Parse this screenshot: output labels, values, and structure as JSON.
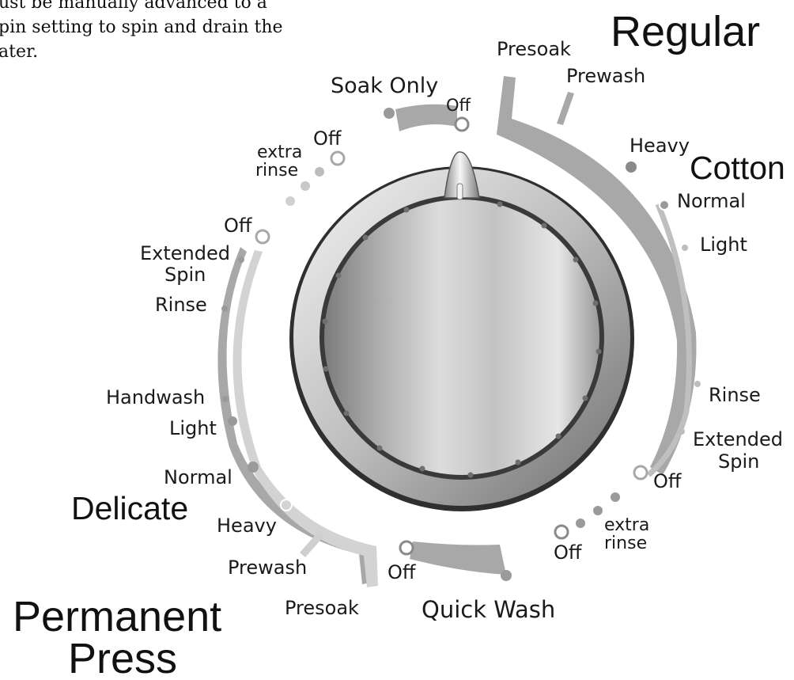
{
  "intro_text": [
    "ust be manually advanced to a",
    "pin setting to spin and drain the",
    "ater."
  ],
  "cycles": {
    "regular": "Regular",
    "cotton": "Cotton",
    "delicate": "Delicate",
    "permanent": "Permanent",
    "press": "Press"
  },
  "top_group": {
    "soak_only": "Soak Only",
    "off": "Off",
    "presoak": "Presoak",
    "prewash": "Prewash"
  },
  "cotton_settings": {
    "heavy": "Heavy",
    "normal": "Normal",
    "light": "Light",
    "rinse": "Rinse",
    "extended": "Extended",
    "spin": "Spin",
    "off": "Off"
  },
  "bottom_right": {
    "extra": "extra",
    "rinse": "rinse",
    "off": "Off"
  },
  "quick_wash": {
    "label": "Quick Wash",
    "off": "Off"
  },
  "left_top": {
    "extra": "extra",
    "rinse": "rinse",
    "off": "Off"
  },
  "delicate_settings": {
    "off": "Off",
    "extended": "Extended",
    "spin": "Spin",
    "rinse": "Rinse",
    "handwash": "Handwash",
    "light": "Light",
    "normal": "Normal",
    "heavy": "Heavy",
    "prewash": "Prewash",
    "presoak": "Presoak"
  },
  "colors": {
    "band": "#a8a8a8",
    "band_light": "#cfcfcf",
    "dot": "#9a9a9a",
    "text": "#1a1a1a",
    "knob_rim": "#3a3a3a"
  }
}
